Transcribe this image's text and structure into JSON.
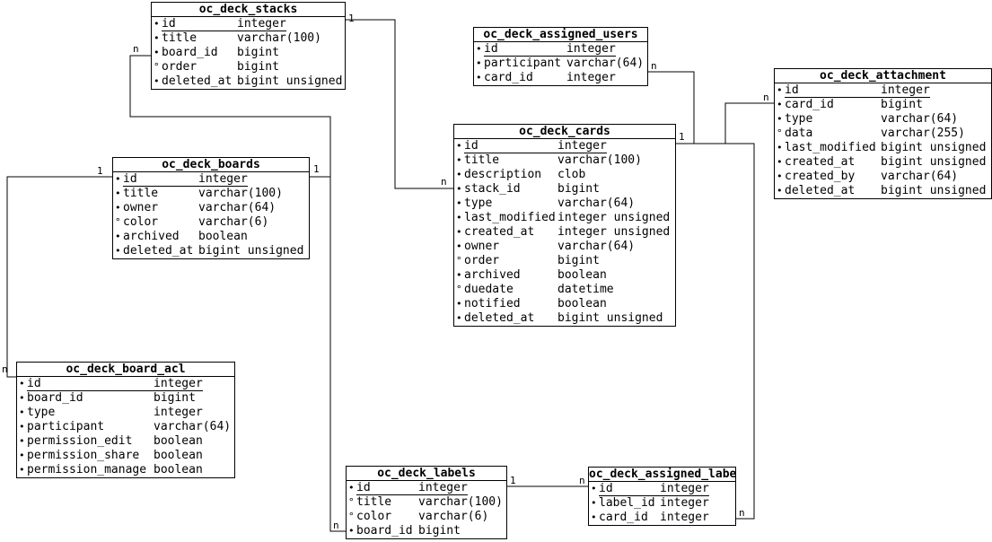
{
  "diagram": {
    "tables": [
      {
        "key": "oc_deck_stacks",
        "title": "oc_deck_stacks",
        "fields": [
          {
            "bullet": "•",
            "name": "id",
            "type": "integer",
            "pk": true
          },
          {
            "bullet": "•",
            "name": "title",
            "type": "varchar(100)"
          },
          {
            "bullet": "•",
            "name": "board_id",
            "type": "bigint"
          },
          {
            "bullet": "°",
            "name": "order",
            "type": "bigint"
          },
          {
            "bullet": "•",
            "name": "deleted_at",
            "type": "bigint unsigned"
          }
        ]
      },
      {
        "key": "oc_deck_assigned_users",
        "title": "oc_deck_assigned_users",
        "fields": [
          {
            "bullet": "•",
            "name": "id",
            "type": "integer",
            "pk": true
          },
          {
            "bullet": "•",
            "name": "participant",
            "type": "varchar(64)"
          },
          {
            "bullet": "•",
            "name": "card_id",
            "type": "integer"
          }
        ]
      },
      {
        "key": "oc_deck_attachment",
        "title": "oc_deck_attachment",
        "fields": [
          {
            "bullet": "•",
            "name": "id",
            "type": "integer",
            "pk": true
          },
          {
            "bullet": "•",
            "name": "card_id",
            "type": "bigint"
          },
          {
            "bullet": "•",
            "name": "type",
            "type": "varchar(64)"
          },
          {
            "bullet": "°",
            "name": "data",
            "type": "varchar(255)"
          },
          {
            "bullet": "•",
            "name": "last_modified",
            "type": "bigint unsigned"
          },
          {
            "bullet": "•",
            "name": "created_at",
            "type": "bigint unsigned"
          },
          {
            "bullet": "•",
            "name": "created_by",
            "type": "varchar(64)"
          },
          {
            "bullet": "•",
            "name": "deleted_at",
            "type": "bigint unsigned"
          }
        ]
      },
      {
        "key": "oc_deck_boards",
        "title": "oc_deck_boards",
        "fields": [
          {
            "bullet": "•",
            "name": "id",
            "type": "integer",
            "pk": true
          },
          {
            "bullet": "•",
            "name": "title",
            "type": "varchar(100)"
          },
          {
            "bullet": "•",
            "name": "owner",
            "type": "varchar(64)"
          },
          {
            "bullet": "°",
            "name": "color",
            "type": "varchar(6)"
          },
          {
            "bullet": "•",
            "name": "archived",
            "type": "boolean"
          },
          {
            "bullet": "•",
            "name": "deleted_at",
            "type": "bigint unsigned"
          }
        ]
      },
      {
        "key": "oc_deck_cards",
        "title": "oc_deck_cards",
        "fields": [
          {
            "bullet": "•",
            "name": "id",
            "type": "integer",
            "pk": true
          },
          {
            "bullet": "•",
            "name": "title",
            "type": "varchar(100)"
          },
          {
            "bullet": "•",
            "name": "description",
            "type": "clob"
          },
          {
            "bullet": "•",
            "name": "stack_id",
            "type": "bigint"
          },
          {
            "bullet": "•",
            "name": "type",
            "type": "varchar(64)"
          },
          {
            "bullet": "•",
            "name": "last_modified",
            "type": "integer unsigned"
          },
          {
            "bullet": "•",
            "name": "created_at",
            "type": "integer unsigned"
          },
          {
            "bullet": "•",
            "name": "owner",
            "type": "varchar(64)"
          },
          {
            "bullet": "°",
            "name": "order",
            "type": "bigint"
          },
          {
            "bullet": "•",
            "name": "archived",
            "type": "boolean"
          },
          {
            "bullet": "°",
            "name": "duedate",
            "type": "datetime"
          },
          {
            "bullet": "•",
            "name": "notified",
            "type": "boolean"
          },
          {
            "bullet": "•",
            "name": "deleted_at",
            "type": "bigint unsigned"
          }
        ]
      },
      {
        "key": "oc_deck_board_acl",
        "title": "oc_deck_board_acl",
        "fields": [
          {
            "bullet": "•",
            "name": "id",
            "type": "integer",
            "pk": true
          },
          {
            "bullet": "•",
            "name": "board_id",
            "type": "bigint"
          },
          {
            "bullet": "•",
            "name": "type",
            "type": "integer"
          },
          {
            "bullet": "•",
            "name": "participant",
            "type": "varchar(64)"
          },
          {
            "bullet": "•",
            "name": "permission_edit",
            "type": "boolean"
          },
          {
            "bullet": "•",
            "name": "permission_share",
            "type": "boolean"
          },
          {
            "bullet": "•",
            "name": "permission_manage",
            "type": "boolean"
          }
        ]
      },
      {
        "key": "oc_deck_labels",
        "title": "oc_deck_labels",
        "fields": [
          {
            "bullet": "•",
            "name": "id",
            "type": "integer",
            "pk": true
          },
          {
            "bullet": "°",
            "name": "title",
            "type": "varchar(100)"
          },
          {
            "bullet": "°",
            "name": "color",
            "type": "varchar(6)"
          },
          {
            "bullet": "•",
            "name": "board_id",
            "type": "bigint"
          }
        ]
      },
      {
        "key": "oc_deck_assigned_labels",
        "title": "oc_deck_assigned_labels",
        "fields": [
          {
            "bullet": "•",
            "name": "id",
            "type": "integer",
            "pk": true
          },
          {
            "bullet": "•",
            "name": "label_id",
            "type": "integer"
          },
          {
            "bullet": "•",
            "name": "card_id",
            "type": "integer"
          }
        ]
      }
    ],
    "cardinality_labels": [
      {
        "text": "1"
      },
      {
        "text": "n"
      },
      {
        "text": "n"
      },
      {
        "text": "1"
      },
      {
        "text": "1"
      },
      {
        "text": "n"
      },
      {
        "text": "n"
      },
      {
        "text": "n"
      },
      {
        "text": "1"
      },
      {
        "text": "n"
      },
      {
        "text": "n"
      },
      {
        "text": "1"
      },
      {
        "text": "n"
      }
    ]
  }
}
